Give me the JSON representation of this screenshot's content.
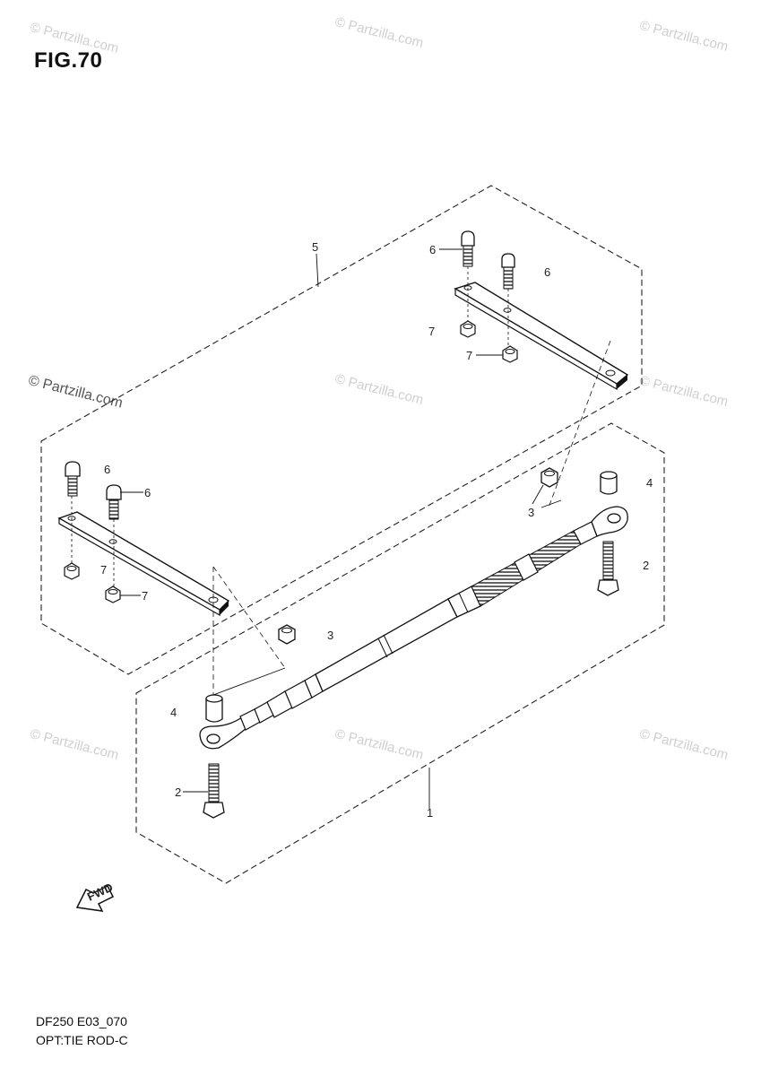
{
  "figure": {
    "title": "FIG.70",
    "model_code": "DF250 E03_070",
    "subtitle": "OPT:TIE ROD-C"
  },
  "watermark": {
    "text": "© Partzilla.com"
  },
  "fwd_arrow": {
    "label": "FWD"
  },
  "callouts": {
    "tie_rod": "1",
    "bolt_left": "2",
    "bolt_right": "2",
    "nut_left": "3",
    "nut_right": "3",
    "spacer_left": "4",
    "spacer_right": "4",
    "bracket_set": "5",
    "bolt_rb_top": "6",
    "bolt_rb_second": "6",
    "bolt_lb_top": "6",
    "bolt_lb_second": "6",
    "nut_rb_top": "7",
    "nut_rb_second": "7",
    "nut_lb_top": "7",
    "nut_lb_second": "7"
  }
}
